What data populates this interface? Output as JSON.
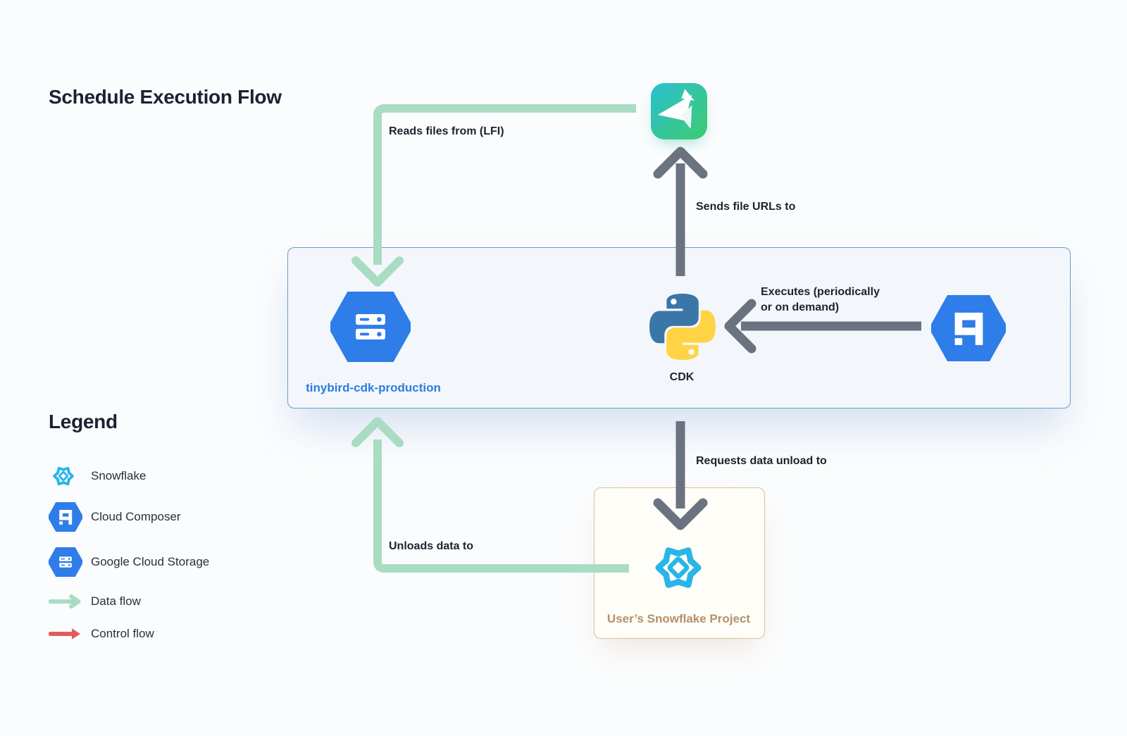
{
  "title": "Schedule Execution Flow",
  "nodes": {
    "tinybird": {
      "icon": "tinybird-icon"
    },
    "gcs": {
      "icon": "google-cloud-storage-icon",
      "label": "tinybird-cdk-production"
    },
    "cdk": {
      "icon": "python-icon",
      "label": "CDK"
    },
    "composer": {
      "icon": "cloud-composer-icon"
    },
    "snowflake": {
      "icon": "snowflake-icon",
      "label": "User’s Snowflake Project"
    }
  },
  "edges": {
    "reads_files": {
      "label": "Reads files from (LFI)",
      "type": "data"
    },
    "sends_urls": {
      "label": "Sends file URLs to",
      "type": "control"
    },
    "executes": {
      "label_line1": "Executes (periodically",
      "label_line2": "or on demand)",
      "type": "control"
    },
    "requests_unload": {
      "label": "Requests data unload to",
      "type": "control"
    },
    "unloads": {
      "label": "Unloads data to",
      "type": "data"
    }
  },
  "legend": {
    "heading": "Legend",
    "items": [
      {
        "icon": "snowflake-icon",
        "label": "Snowflake"
      },
      {
        "icon": "cloud-composer-icon",
        "label": "Cloud Composer"
      },
      {
        "icon": "google-cloud-storage-icon",
        "label": "Google Cloud Storage"
      },
      {
        "icon": "data-flow-arrow-icon",
        "label": "Data flow"
      },
      {
        "icon": "control-flow-arrow-icon",
        "label": "Control flow"
      }
    ]
  },
  "colors": {
    "data_flow_green": "#a9dcc3",
    "diagram_arrow_gray": "#6b7280",
    "control_flow_red": "#e05c5c",
    "gcp_blue": "#2e7de9",
    "snowflake_blue": "#29b5e8",
    "gcs_label_blue": "#2b7ce0",
    "snowflake_label_tan": "#b3906a",
    "tinybird_gradient_start": "#2abfd0",
    "tinybird_gradient_end": "#3ecb70",
    "blue_box_border": "#6f9cc0",
    "snowflake_box_border": "#d9bf96"
  }
}
